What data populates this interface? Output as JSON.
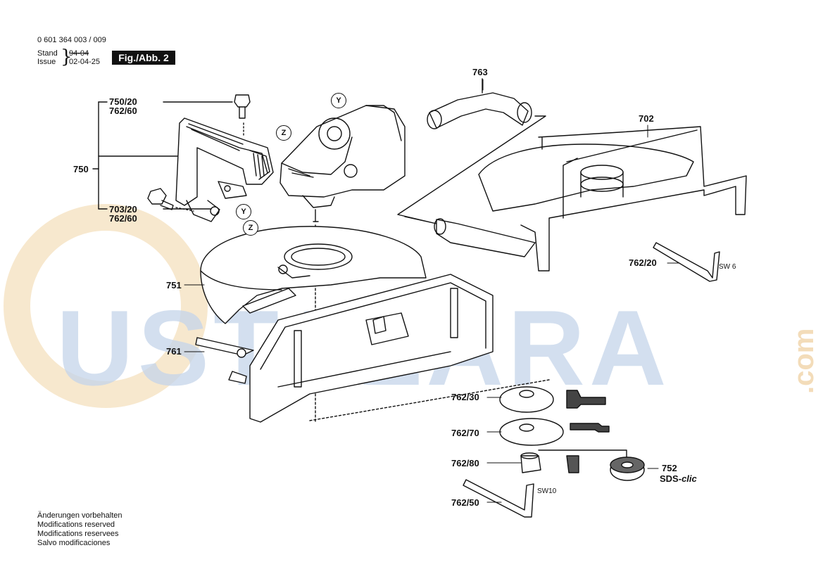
{
  "header": {
    "part_number": "0 601 364 003 / 009",
    "stand_label": "Stand",
    "stand_value": "94-04",
    "issue_label": "Issue",
    "issue_value": "02-04-25",
    "figure_label": "Fig./Abb. 2"
  },
  "labels": {
    "l750_20": "750/20",
    "l762_60a": "762/60",
    "l750": "750",
    "l703_20": "703/20",
    "l762_60b": "762/60",
    "l751": "751",
    "l761": "761",
    "l763": "763",
    "l702": "702",
    "l762_20": "762/20",
    "sw6": "SW 6",
    "l762_30": "762/30",
    "l762_70": "762/70",
    "l762_80": "762/80",
    "l762_50": "762/50",
    "sw10": "SW10",
    "l752": "752",
    "sds": "SDS-",
    "clic": "clic"
  },
  "callouts": {
    "y1": "Y",
    "z1": "Z",
    "y2": "Y",
    "z2": "Z"
  },
  "footer": {
    "line1": "Änderungen vorbehalten",
    "line2": "Modifications reserved",
    "line3": "Modifications reservees",
    "line4": "Salvo modificaciones"
  },
  "watermark": {
    "text": "USTALARA",
    "suffix": ".com",
    "color_blue": "#b9cce4",
    "color_orange": "#f3dcb9"
  }
}
